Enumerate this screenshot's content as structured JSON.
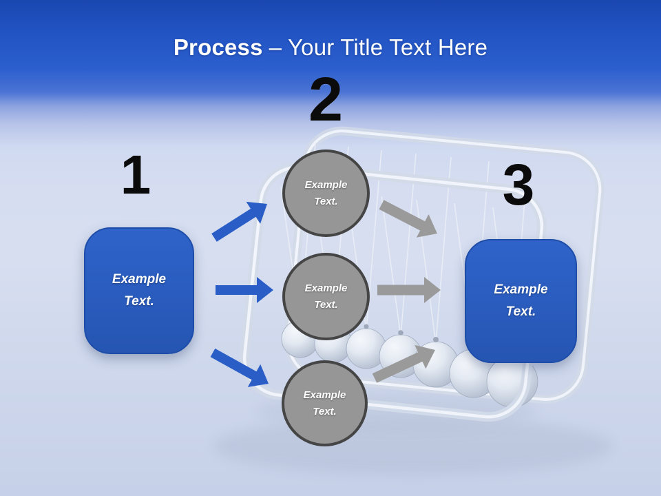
{
  "slide": {
    "title": {
      "emphasis": "Process",
      "rest": "– Your Title Text Here"
    },
    "background_art": "newtons-cradle-photo"
  },
  "steps": [
    {
      "number": "1"
    },
    {
      "number": "2"
    },
    {
      "number": "3"
    }
  ],
  "left_box": {
    "line1": "Example",
    "line2": "Text."
  },
  "right_box": {
    "line1": "Example",
    "line2": "Text."
  },
  "circles": [
    {
      "line1": "Example",
      "line2": "Text."
    },
    {
      "line1": "Example",
      "line2": "Text."
    },
    {
      "line1": "Example",
      "line2": "Text."
    }
  ],
  "colors": {
    "header_blue": "#2c5fce",
    "background_light": "#d6ddf1",
    "box_blue": "#2a5cbe",
    "box_border": "#1d4da8",
    "circle_gray": "#969696",
    "circle_border": "#454545",
    "arrow_blue": "#2a5ec6",
    "arrow_gray": "#9a9a9a",
    "number_black": "#0b0b0b",
    "title_white": "#ffffff"
  }
}
